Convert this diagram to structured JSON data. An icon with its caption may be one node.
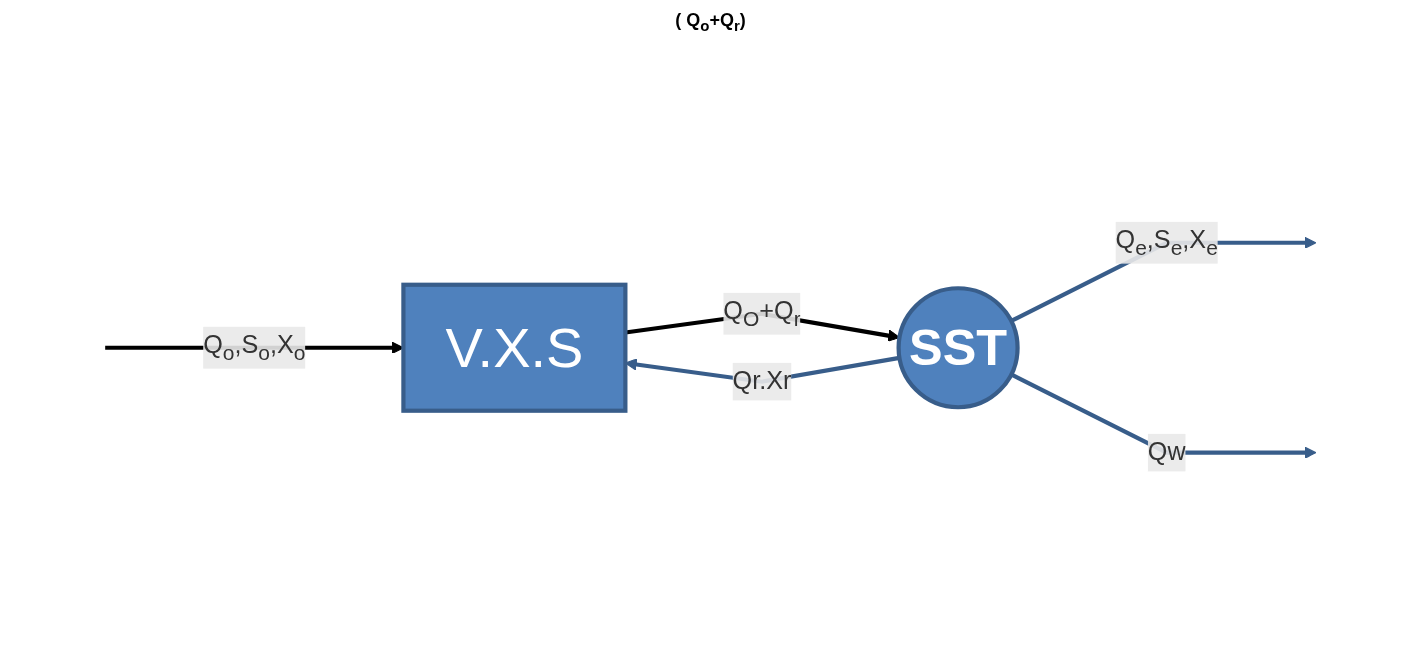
{
  "diagram": {
    "nodes": [
      {
        "text": [
          "V.X.S"
        ]
      },
      {
        "text": [
          "SST"
        ]
      }
    ],
    "edges": [
      {
        "from": null,
        "to": 0,
        "arrow": "to",
        "label": "Q$_{o}$,S$_{o}$,X$_{o}$",
        "color": "#000000"
      },
      {
        "from": 0,
        "to": 1,
        "arrow": "to",
        "label": "Q$_{O}$+Q$_{r}$",
        "color": "#000000"
      },
      {
        "from": 1,
        "to": null,
        "arrow": "to",
        "label": "Q$_{e}$,S$_{e}$,X$_{e}$"
      },
      {
        "from": 1,
        "to": 0,
        "arrow": "to",
        "label": "Qr.Xr"
      },
      {
        "from": 1,
        "to": null,
        "arrow": "to",
        "label": "Qw"
      }
    ],
    "labels": [
      "( Q$_{o}$+Q$_{r}$)"
    ]
  }
}
